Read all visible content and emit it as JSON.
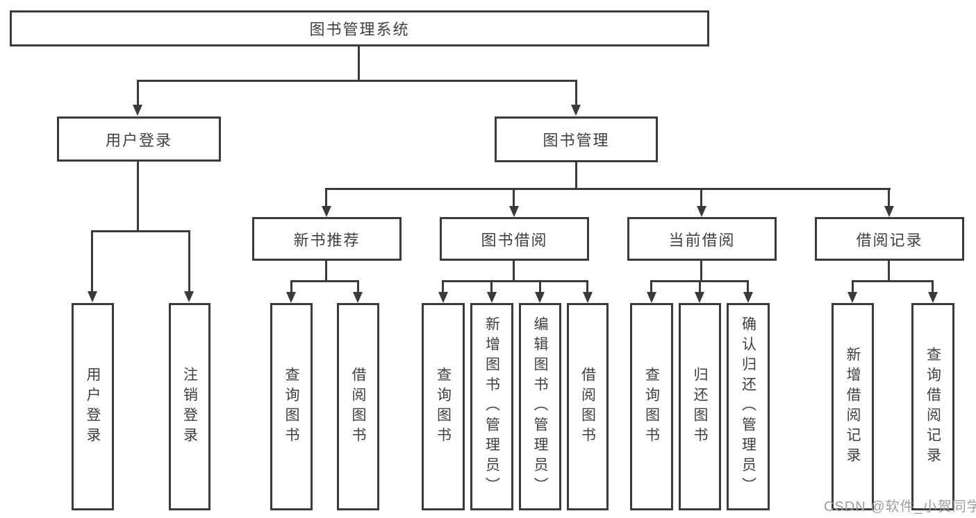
{
  "diagram_title": "图书管理系统",
  "nodes": {
    "root": {
      "label": "图书管理系统"
    },
    "level1": [
      {
        "label": "用户登录"
      },
      {
        "label": "图书管理"
      }
    ],
    "level2": [
      {
        "label": "新书推荐",
        "parent": "图书管理"
      },
      {
        "label": "图书借阅",
        "parent": "图书管理"
      },
      {
        "label": "当前借阅",
        "parent": "图书管理"
      },
      {
        "label": "借阅记录",
        "parent": "图书管理"
      }
    ],
    "leaves": [
      {
        "label": "用户登录",
        "parent": "用户登录"
      },
      {
        "label": "注销登录",
        "parent": "用户登录"
      },
      {
        "label": "查询图书",
        "parent": "新书推荐"
      },
      {
        "label": "借阅图书",
        "parent": "新书推荐"
      },
      {
        "label": "查询图书",
        "parent": "图书借阅"
      },
      {
        "label": "新增图书（管理员）",
        "parent": "图书借阅"
      },
      {
        "label": "编辑图书（管理员）",
        "parent": "图书借阅"
      },
      {
        "label": "借阅图书",
        "parent": "图书借阅"
      },
      {
        "label": "查询图书",
        "parent": "当前借阅"
      },
      {
        "label": "归还图书",
        "parent": "当前借阅"
      },
      {
        "label": "确认归还（管理员）",
        "parent": "当前借阅"
      },
      {
        "label": "新增借阅记录",
        "parent": "借阅记录"
      },
      {
        "label": "查询借阅记录",
        "parent": "借阅记录"
      }
    ]
  },
  "watermark": "CSDN @软件_小贺同学",
  "colors": {
    "line": "#3a3a3a",
    "text": "#3f3f3f",
    "watermark": "#9e9e9e",
    "background": "#ffffff"
  }
}
